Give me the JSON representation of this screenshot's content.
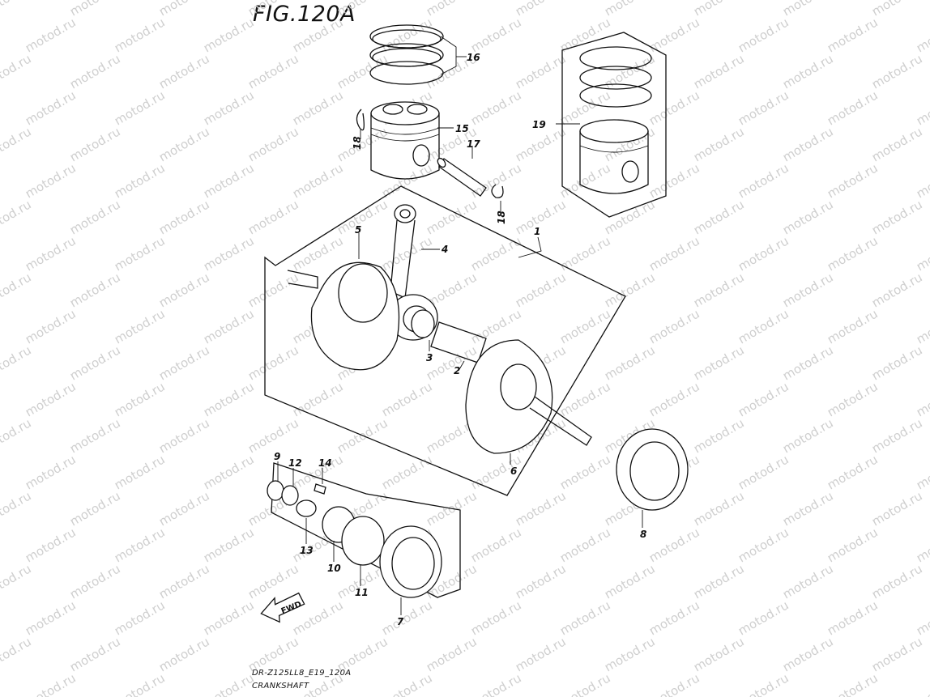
{
  "figure": {
    "title": "FIG.120A",
    "model_code": "DR-Z125LL8_E19_120A",
    "section_name": "CRANKSHAFT",
    "watermark": "motod.ru",
    "direction_label": "FWD"
  },
  "callouts": [
    {
      "id": "1"
    },
    {
      "id": "2"
    },
    {
      "id": "3"
    },
    {
      "id": "4"
    },
    {
      "id": "5"
    },
    {
      "id": "6"
    },
    {
      "id": "7"
    },
    {
      "id": "8"
    },
    {
      "id": "9"
    },
    {
      "id": "10"
    },
    {
      "id": "11"
    },
    {
      "id": "12"
    },
    {
      "id": "13"
    },
    {
      "id": "14"
    },
    {
      "id": "15"
    },
    {
      "id": "16"
    },
    {
      "id": "17"
    },
    {
      "id": "18"
    },
    {
      "id": "18"
    },
    {
      "id": "19"
    }
  ],
  "colors": {
    "line": "#111111",
    "watermark": "#cfcfcf",
    "background": "#ffffff"
  }
}
